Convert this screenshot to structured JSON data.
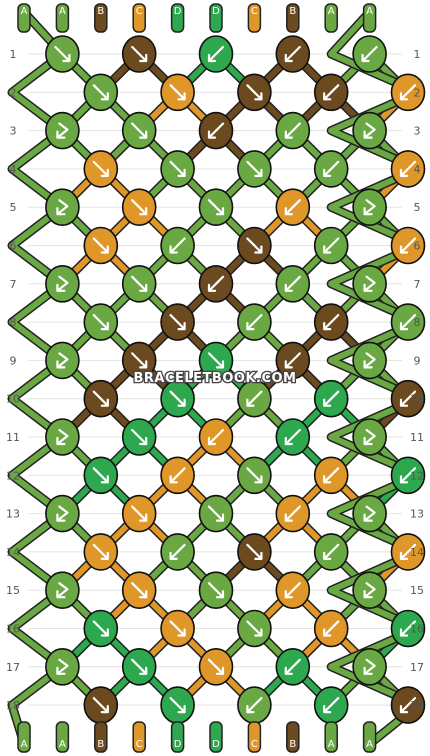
{
  "strand_letters": [
    "A",
    "A",
    "B",
    "C",
    "D",
    "D",
    "C",
    "B",
    "A",
    "A"
  ],
  "colors": {
    "A": "#6aa843",
    "B": "#6b4a1f",
    "C": "#e0972a",
    "D": "#2ea84f"
  },
  "arrow_color": "#ffffff",
  "row_numbers": [
    "1",
    "2",
    "3",
    "4",
    "5",
    "6",
    "7",
    "8",
    "9",
    "10",
    "11",
    "12",
    "13",
    "14",
    "15",
    "16",
    "17",
    "18"
  ],
  "watermark": "BRACELETBOOK.COM",
  "knots": [
    [
      "A",
      "B",
      "D",
      "B",
      "A"
    ],
    [
      "A",
      "C",
      "B",
      "B",
      "C",
      "A"
    ],
    [
      "A",
      "A",
      "B",
      "A",
      "A"
    ],
    [
      "C",
      "A",
      "A",
      "A",
      "C",
      "A"
    ],
    [
      "A",
      "C",
      "A",
      "C",
      "A"
    ],
    [
      "C",
      "A",
      "B",
      "A",
      "C",
      "A"
    ],
    [
      "A",
      "A",
      "B",
      "A",
      "A"
    ],
    [
      "A",
      "B",
      "A",
      "B",
      "A",
      "A"
    ],
    [
      "A",
      "B",
      "D",
      "B",
      "A"
    ],
    [
      "B",
      "D",
      "A",
      "D",
      "B",
      "A"
    ],
    [
      "A",
      "D",
      "C",
      "D",
      "A"
    ],
    [
      "D",
      "C",
      "A",
      "C",
      "D",
      "A"
    ],
    [
      "A",
      "C",
      "A",
      "C",
      "A"
    ],
    [
      "C",
      "A",
      "B",
      "A",
      "C",
      "A"
    ],
    [
      "A",
      "C",
      "A",
      "C",
      "A"
    ],
    [
      "D",
      "C",
      "A",
      "C",
      "D",
      "A"
    ],
    [
      "A",
      "D",
      "C",
      "D",
      "A"
    ],
    [
      "B",
      "D",
      "A",
      "D",
      "B",
      "A"
    ]
  ],
  "knot_arrows": [
    [
      "dr",
      "dr",
      "dl",
      "dl",
      "dl"
    ],
    [
      "dr",
      "dr",
      "dr",
      "dl",
      "dl",
      "dl"
    ],
    [
      "sl",
      "dr",
      "dl",
      "dl",
      "sl"
    ],
    [
      "dr",
      "dr",
      "dr",
      "dl",
      "dl",
      "sl"
    ],
    [
      "sl",
      "dr",
      "dr",
      "dl",
      "sl"
    ],
    [
      "dr",
      "dl",
      "dr",
      "dl",
      "dl",
      "sl"
    ],
    [
      "sl",
      "dr",
      "dl",
      "dl",
      "sl"
    ],
    [
      "dr",
      "dr",
      "dl",
      "dl",
      "dl",
      "sl"
    ],
    [
      "sl",
      "dr",
      "dr",
      "dl",
      "sl"
    ],
    [
      "dr",
      "dr",
      "dl",
      "dl",
      "dl",
      "sl"
    ],
    [
      "sl",
      "dr",
      "dl",
      "dl",
      "sl"
    ],
    [
      "dr",
      "dl",
      "dr",
      "dl",
      "dl",
      "sl"
    ],
    [
      "sl",
      "dr",
      "dr",
      "dl",
      "sl"
    ],
    [
      "dr",
      "dl",
      "dr",
      "dl",
      "dl",
      "sl"
    ],
    [
      "sl",
      "dr",
      "dr",
      "dl",
      "sl"
    ],
    [
      "dr",
      "dr",
      "dr",
      "dl",
      "dl",
      "sl"
    ],
    [
      "sl",
      "dr",
      "dr",
      "dl",
      "sl"
    ],
    [
      "dr",
      "dr",
      "dl",
      "dl",
      "dl",
      "sl"
    ]
  ]
}
